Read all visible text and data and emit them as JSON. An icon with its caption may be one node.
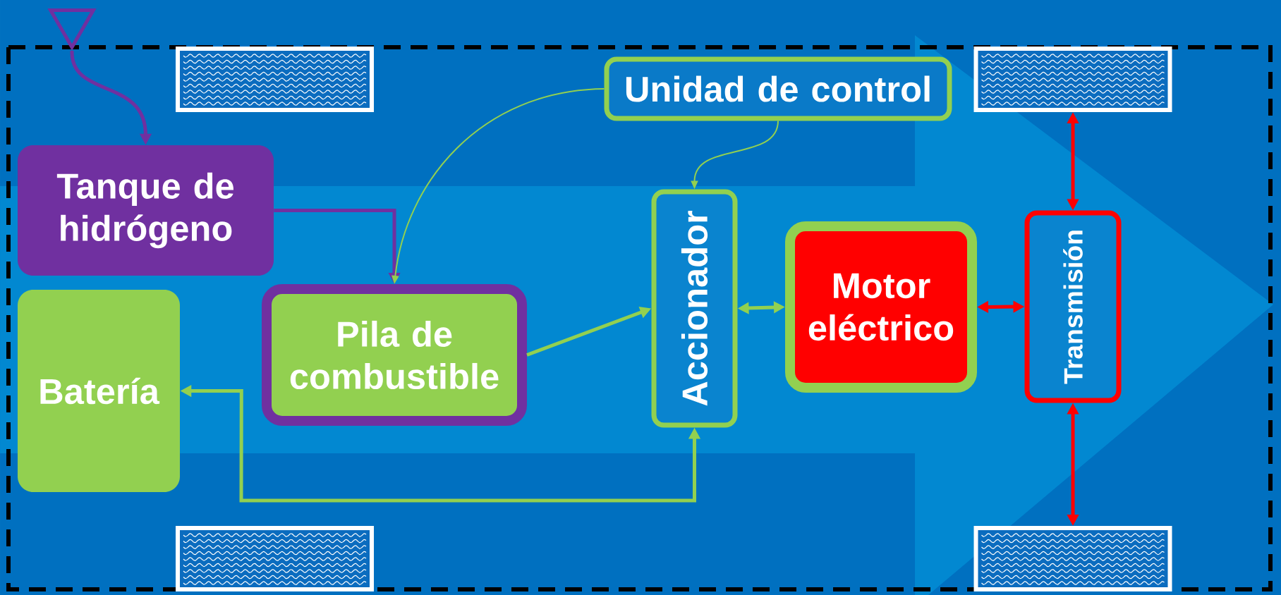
{
  "diagram": {
    "nodes": [
      {
        "text": [
          "Tanque de hidrógeno"
        ]
      },
      {
        "text": [
          "Batería"
        ]
      },
      {
        "text": [
          "Pila de combustible"
        ]
      },
      {
        "text": [
          "Unidad de control"
        ]
      },
      {
        "text": [
          "Accionador"
        ]
      },
      {
        "text": [
          "Motor eléctrico"
        ]
      },
      {
        "text": [
          "Transmisión"
        ]
      },
      {
        "text": [],
        "shape": "triangle"
      },
      {
        "text": [],
        "shape": "box"
      },
      {
        "text": [],
        "shape": "box"
      },
      {
        "text": [],
        "shape": "box"
      },
      {
        "text": [],
        "shape": "box"
      }
    ],
    "edges": [
      {
        "from": 7,
        "to": 0,
        "arrow": "to",
        "color": "#7030a0"
      },
      {
        "from": 0,
        "to": 2,
        "arrow": "to",
        "color": "#7030a0"
      },
      {
        "from": 3,
        "to": 2,
        "arrow": "to"
      },
      {
        "from": 3,
        "to": 4,
        "arrow": "to"
      },
      {
        "from": 2,
        "to": 4,
        "arrow": "to"
      },
      {
        "from": 4,
        "to": 1,
        "arrow": "both"
      },
      {
        "from": 4,
        "to": 5,
        "arrow": "both"
      },
      {
        "from": 5,
        "to": 6,
        "arrow": "both",
        "color": "#ff0000"
      },
      {
        "from": 6,
        "to": 9,
        "arrow": "both",
        "color": "#ff0000"
      },
      {
        "from": 6,
        "to": 11,
        "arrow": "both",
        "color": "#ff0000"
      }
    ]
  }
}
